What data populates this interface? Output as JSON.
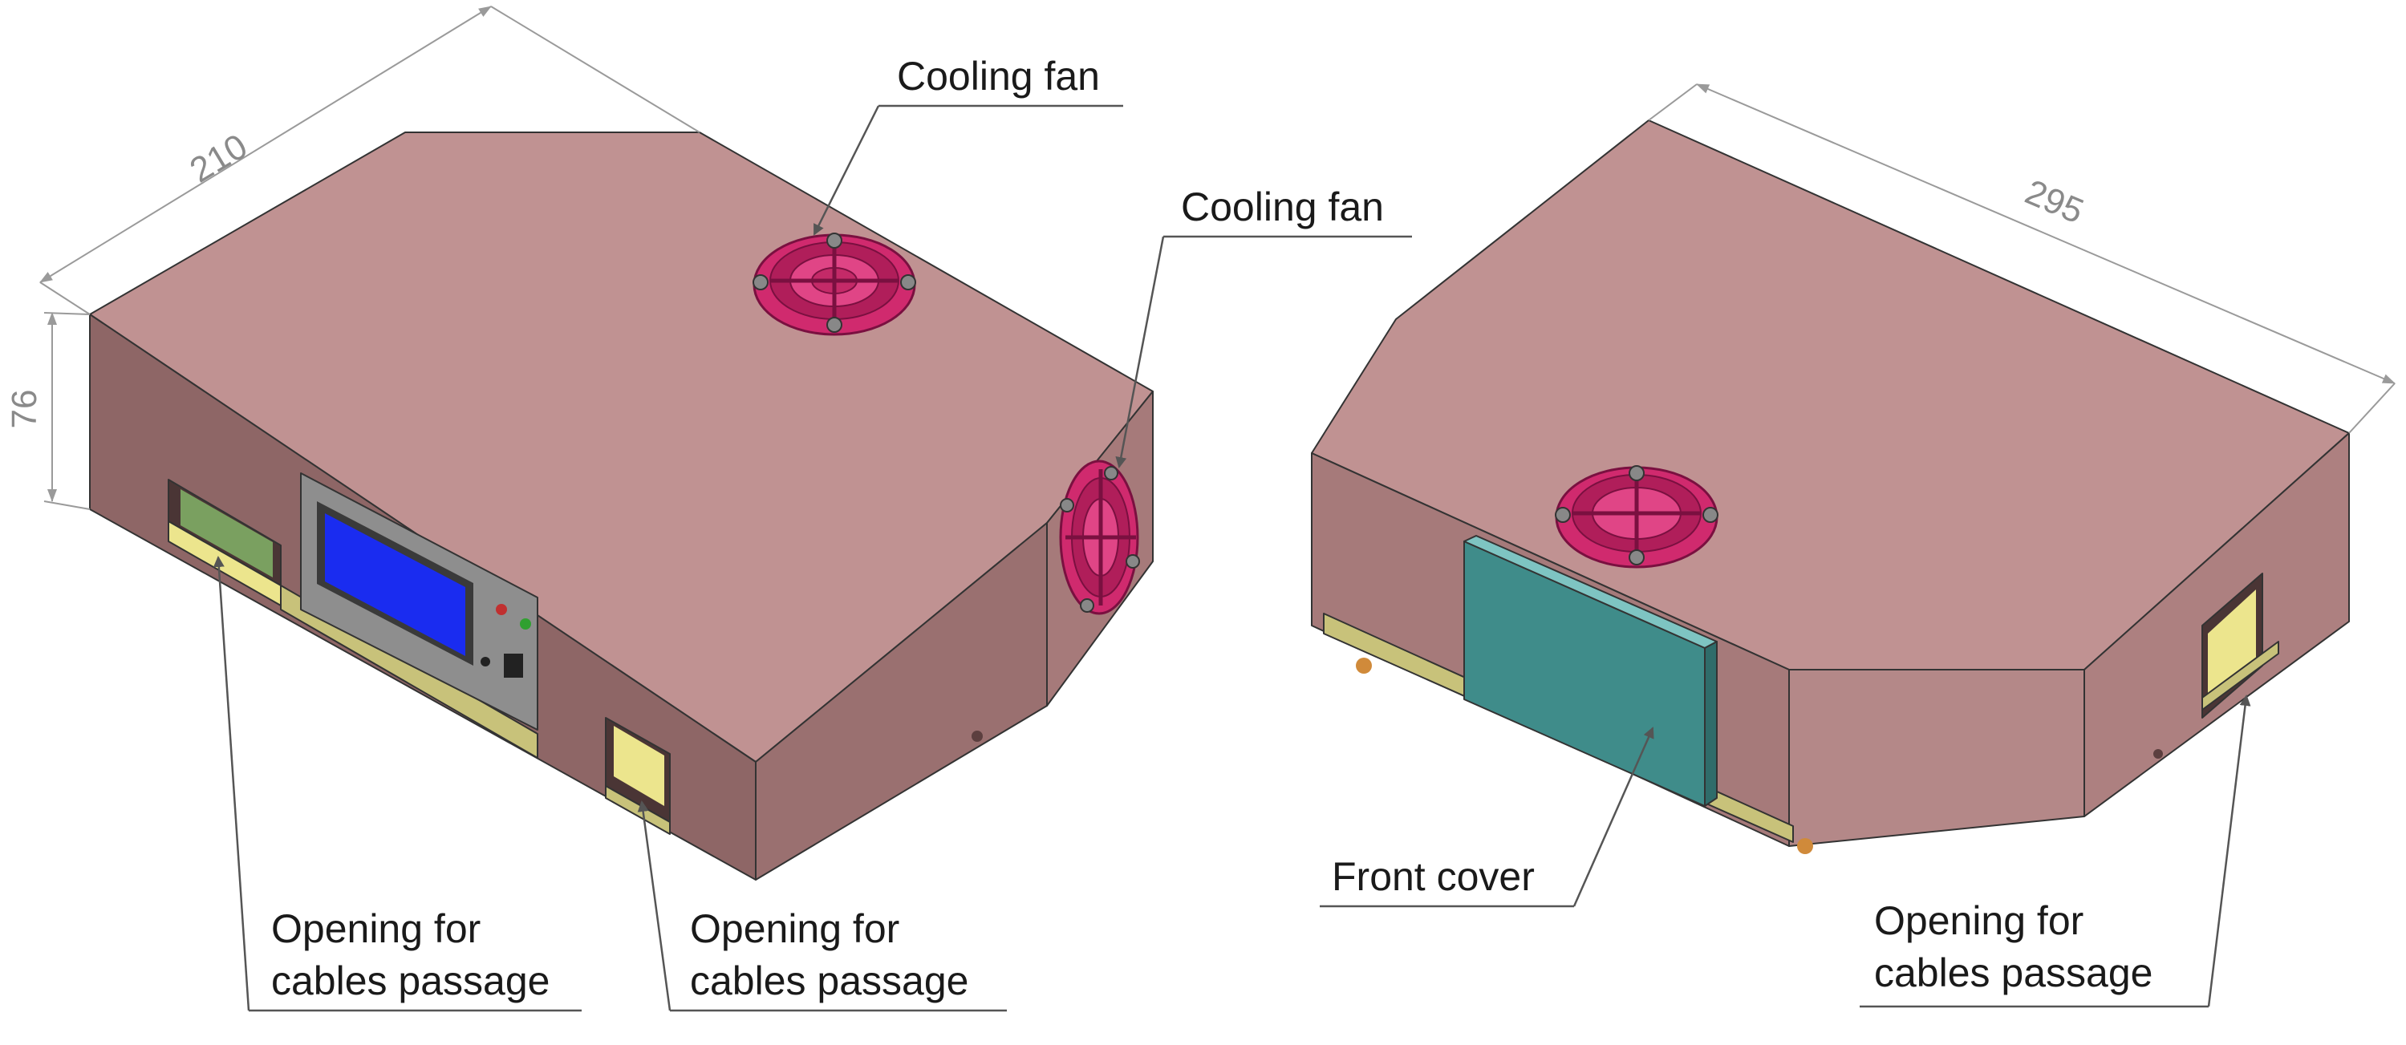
{
  "dimensions": {
    "width": "210",
    "height": "76",
    "length": "295"
  },
  "labels": {
    "cooling_fan_top": "Cooling fan",
    "cooling_fan_side": "Cooling fan",
    "front_cover": "Front cover",
    "opening_left_1": "Opening for",
    "opening_left_2": "cables passage",
    "opening_mid_1": "Opening for",
    "opening_mid_2": "cables passage",
    "opening_right_1": "Opening for",
    "opening_right_2": "cables passage"
  },
  "colors": {
    "enclosure_top": "#c09292",
    "enclosure_front": "#8e6666",
    "enclosure_side": "#a67a7a",
    "enclosure_dark": "#6e4d4d",
    "fan": "#d02a6e",
    "base_plate": "#c8c27a",
    "opening_fill": "#ece58d",
    "lcd_screen": "#1a2cf0",
    "panel": "#8e8e8e",
    "front_cover": "#3f8c8a"
  }
}
